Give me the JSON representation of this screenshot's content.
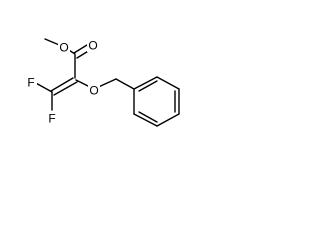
{
  "molecule": {
    "atoms": {
      "o_ester": "O",
      "o_carbonyl": "O",
      "o_ether": "O",
      "f_top": "F",
      "f_bottom": "F"
    },
    "colors": {
      "bond": "#000000",
      "label": "#000000",
      "background": "#ffffff"
    }
  }
}
